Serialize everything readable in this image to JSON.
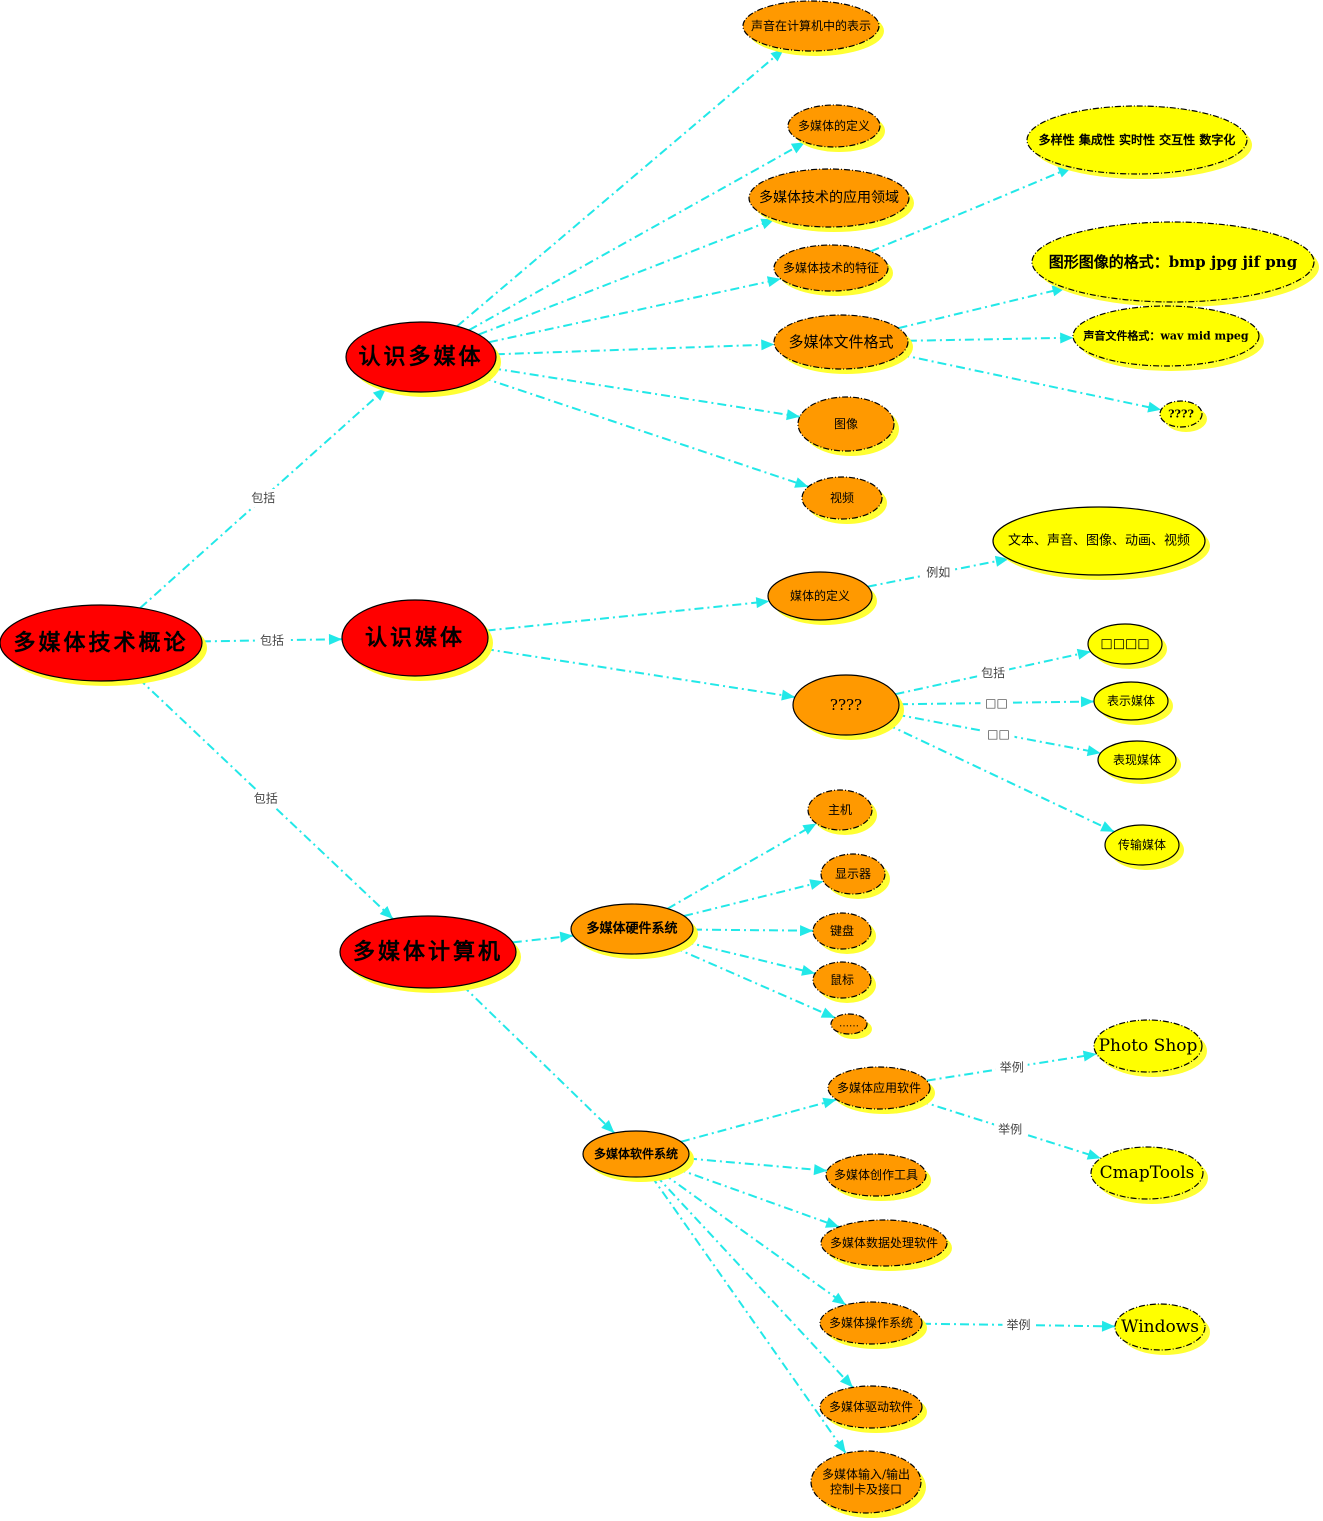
{
  "colors": {
    "root": "#ff0000",
    "level2": "#ff9900",
    "leaf": "#ffff00",
    "shadow": "#ffff33",
    "edge": "#22e8e8"
  },
  "nodes": [
    {
      "id": "root",
      "label": "多媒体技术概论",
      "style": "root"
    },
    {
      "id": "rsdmt",
      "label": "认识多媒体",
      "style": "root"
    },
    {
      "id": "rsmt",
      "label": "认识媒体",
      "style": "root"
    },
    {
      "id": "dmtjsj",
      "label": "多媒体计算机",
      "style": "root"
    },
    {
      "id": "sy",
      "label": "声音在计算机中的表示",
      "style": "level2"
    },
    {
      "id": "dy",
      "label": "多媒体的定义",
      "style": "level2"
    },
    {
      "id": "yy",
      "label": "多媒体技术的应用领域",
      "style": "level2"
    },
    {
      "id": "tz",
      "label": "多媒体技术的特征",
      "style": "level2"
    },
    {
      "id": "wj",
      "label": "多媒体文件格式",
      "style": "level2"
    },
    {
      "id": "tx",
      "label": "图像",
      "style": "level2"
    },
    {
      "id": "sp",
      "label": "视频",
      "style": "level2"
    },
    {
      "id": "tzv",
      "label": "多样性 集成性 实时性 交互性 数字化",
      "style": "leaf"
    },
    {
      "id": "txgs",
      "label": "图形图像的格式：bmp   jpg   jif    png",
      "style": "leaf"
    },
    {
      "id": "sygs",
      "label": "声音文件格式：wav  mid  mpeg",
      "style": "leaf"
    },
    {
      "id": "q1",
      "label": "????",
      "style": "leaf"
    },
    {
      "id": "mtdy",
      "label": "媒体的定义",
      "style": "level2"
    },
    {
      "id": "wb",
      "label": "文本、声音、图像、动画、视频",
      "style": "leaf"
    },
    {
      "id": "q2",
      "label": "????",
      "style": "level2"
    },
    {
      "id": "gzmt",
      "label": "□□□□",
      "style": "leaf"
    },
    {
      "id": "bsmt",
      "label": "表示媒体",
      "style": "leaf"
    },
    {
      "id": "bxmt",
      "label": "表现媒体",
      "style": "leaf"
    },
    {
      "id": "csmt",
      "label": "传输媒体",
      "style": "leaf"
    },
    {
      "id": "yj",
      "label": "多媒体硬件系统",
      "style": "level2"
    },
    {
      "id": "zj",
      "label": "主机",
      "style": "level2"
    },
    {
      "id": "xsq",
      "label": "显示器",
      "style": "level2"
    },
    {
      "id": "jp",
      "label": "键盘",
      "style": "level2"
    },
    {
      "id": "sb",
      "label": "鼠标",
      "style": "level2"
    },
    {
      "id": "dd",
      "label": "……",
      "style": "level2"
    },
    {
      "id": "rj",
      "label": "多媒体软件系统",
      "style": "level2"
    },
    {
      "id": "yyrj",
      "label": "多媒体应用软件",
      "style": "level2"
    },
    {
      "id": "ps",
      "label": "Photo Shop",
      "style": "leaf"
    },
    {
      "id": "cmap",
      "label": "CmapTools",
      "style": "leaf"
    },
    {
      "id": "czgj",
      "label": "多媒体创作工具",
      "style": "level2"
    },
    {
      "id": "sjcl",
      "label": "多媒体数据处理软件",
      "style": "level2"
    },
    {
      "id": "czxt",
      "label": "多媒体操作系统",
      "style": "level2"
    },
    {
      "id": "win",
      "label": "Windows",
      "style": "leaf"
    },
    {
      "id": "qd",
      "label": "多媒体驱动软件",
      "style": "level2"
    },
    {
      "id": "io",
      "label": "多媒体输入/输出\n控制卡及接口",
      "style": "level2"
    }
  ],
  "edges": [
    {
      "from": "root",
      "to": "rsdmt",
      "label": "包括"
    },
    {
      "from": "root",
      "to": "rsmt",
      "label": "包括"
    },
    {
      "from": "root",
      "to": "dmtjsj",
      "label": "包括"
    },
    {
      "from": "rsdmt",
      "to": "sy",
      "label": ""
    },
    {
      "from": "rsdmt",
      "to": "dy",
      "label": ""
    },
    {
      "from": "rsdmt",
      "to": "yy",
      "label": ""
    },
    {
      "from": "rsdmt",
      "to": "tz",
      "label": ""
    },
    {
      "from": "rsdmt",
      "to": "wj",
      "label": ""
    },
    {
      "from": "rsdmt",
      "to": "tx",
      "label": ""
    },
    {
      "from": "rsdmt",
      "to": "sp",
      "label": ""
    },
    {
      "from": "tz",
      "to": "tzv",
      "label": ""
    },
    {
      "from": "wj",
      "to": "txgs",
      "label": ""
    },
    {
      "from": "wj",
      "to": "sygs",
      "label": ""
    },
    {
      "from": "wj",
      "to": "q1",
      "label": ""
    },
    {
      "from": "rsmt",
      "to": "mtdy",
      "label": ""
    },
    {
      "from": "mtdy",
      "to": "wb",
      "label": "例如"
    },
    {
      "from": "rsmt",
      "to": "q2",
      "label": ""
    },
    {
      "from": "q2",
      "to": "gzmt",
      "label": "包括"
    },
    {
      "from": "q2",
      "to": "bsmt",
      "label": "□□"
    },
    {
      "from": "q2",
      "to": "bxmt",
      "label": "□□"
    },
    {
      "from": "q2",
      "to": "csmt",
      "label": ""
    },
    {
      "from": "dmtjsj",
      "to": "yj",
      "label": ""
    },
    {
      "from": "dmtjsj",
      "to": "rj",
      "label": ""
    },
    {
      "from": "yj",
      "to": "zj",
      "label": ""
    },
    {
      "from": "yj",
      "to": "xsq",
      "label": ""
    },
    {
      "from": "yj",
      "to": "jp",
      "label": ""
    },
    {
      "from": "yj",
      "to": "sb",
      "label": ""
    },
    {
      "from": "yj",
      "to": "dd",
      "label": ""
    },
    {
      "from": "rj",
      "to": "yyrj",
      "label": ""
    },
    {
      "from": "yyrj",
      "to": "ps",
      "label": "举例"
    },
    {
      "from": "yyrj",
      "to": "cmap",
      "label": "举例"
    },
    {
      "from": "rj",
      "to": "czgj",
      "label": ""
    },
    {
      "from": "rj",
      "to": "sjcl",
      "label": ""
    },
    {
      "from": "rj",
      "to": "czxt",
      "label": ""
    },
    {
      "from": "czxt",
      "to": "win",
      "label": "举例"
    },
    {
      "from": "rj",
      "to": "qd",
      "label": ""
    },
    {
      "from": "rj",
      "to": "io",
      "label": ""
    }
  ]
}
